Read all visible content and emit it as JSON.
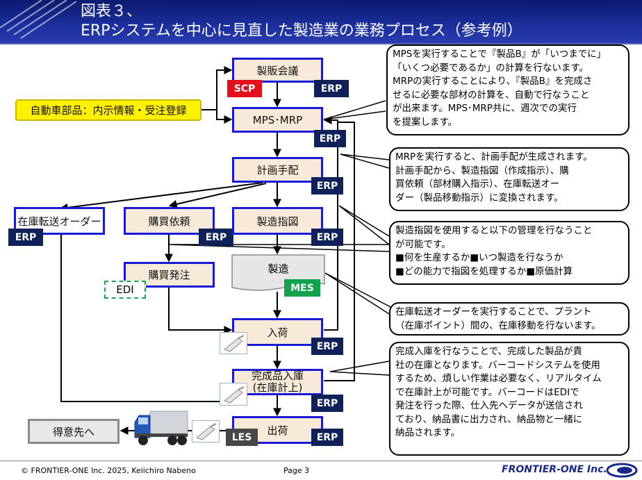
{
  "title": {
    "line1": "図表３、",
    "line2": "ERPシステムを中心に見直した製造業の業務プロセス（参考例）"
  },
  "boxes": {
    "seihan": "製販会議",
    "mps": "MPS･MRP",
    "keikaku": "計画手配",
    "zaiko_order": "在庫転送オーダー",
    "kobai_irai": "購買依頼",
    "seizo_shizu": "製造指図",
    "kobai_hacchu": "購買発注",
    "seizo": "製造",
    "nyuka": "入荷",
    "kansei_line1": "完成品入庫",
    "kansei_line2": "(在庫計上)",
    "shukka": "出荷",
    "tokuisaki": "得意先へ"
  },
  "inputs": {
    "jidosha": "自動車部品：内示情報・受注登録"
  },
  "tags": {
    "erp": "ERP",
    "scp": "SCP",
    "mes": "MES",
    "les": "LES",
    "edi": "EDI"
  },
  "bubbles": {
    "mps": [
      "MPSを実行することで『製品B』が「いつまでに」",
      "「いくつ必要であるか」の計算を行ないます。",
      "MRPの実行することにより、『製品B』を完成さ",
      "せるに必要な部材の計算を、自動で行なうこと",
      "が出来ます。MPS･MRP共に、週次での実行",
      "を提案します。"
    ],
    "mrp": [
      "MRPを実行すると、計画手配が生成されます。",
      "計画手配から、製造指図（作成指示）、購",
      "買依頼（部材購入指示）、在庫転送オー",
      "ダー（製品移動指示）に変換されます。"
    ],
    "seizo": [
      "製造指図を使用すると以下の管理を行なうこと",
      "が可能です。",
      "■何を生産するか■いつ製造を行なうか",
      "■どの能力で指図を処理するか■原価計算"
    ],
    "zaiko": [
      "在庫転送オーダーを実行することで、プラント",
      "（在庫ポイント）間の、在庫移動を行ないます。"
    ],
    "kansei": [
      "完成入庫を行なうことで、完成した製品が貴",
      "社の在庫となります。バーコードシステムを使用",
      "するため、煩しい作業は必要なく、リアルタイム",
      "で在庫計上が可能です。バーコードはEDIで",
      "発注を行った際、仕入先へデータが送信され",
      "ており、納品書に出力され、納品物と一緒に",
      "納品されます。"
    ]
  },
  "footer": {
    "copyright": "© FRONTIER-ONE Inc. 2025,  Keiichiro  Nabeno",
    "page": "Page 3",
    "logo": "FRONTIER-ONE Inc."
  },
  "colors": {
    "header_bg": "#1b2d99",
    "box_fill": "#f7ead9",
    "box_border": "#1a1ad6",
    "erp": "#102058",
    "scp": "#e40f1d",
    "mes": "#12a24d",
    "les": "#474747",
    "input_fill": "#fff200"
  }
}
